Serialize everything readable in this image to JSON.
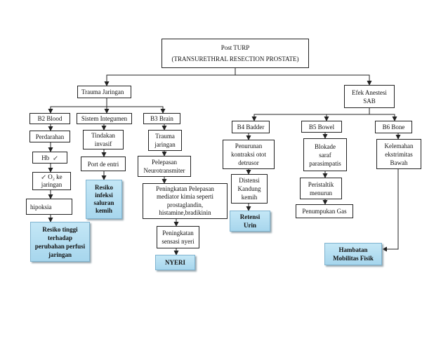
{
  "root": {
    "line1": "Post TURP",
    "line2": "(TRANSURETHRAL RESECTION PROSTATE)"
  },
  "trauma_jaringan": "Trauma Jaringan",
  "efek_anestesi": {
    "line1": "Efek Anestesi",
    "line2": "SAB"
  },
  "b2": {
    "title": "B2 Blood",
    "n1": "Perdarahan",
    "n2": "Hb",
    "n3a": "O₂ ke",
    "n3b": "jaringan",
    "n4": "hipoksia",
    "result": [
      "Resiko tinggi",
      "terhadap",
      "perubahan perfusi",
      "jaringan"
    ]
  },
  "integumen": {
    "title": "Sistem Integumen",
    "n1": [
      "Tindakan",
      "invasif"
    ],
    "n2": "Port de entri",
    "result": [
      "Resiko",
      "infeksi",
      "saluran",
      "kemih"
    ]
  },
  "b3": {
    "title": "B3 Brain",
    "n1": [
      "Trauma",
      "jaringan"
    ],
    "n2": [
      "Pelepasan",
      "Neurotransmiter"
    ],
    "n3": [
      "Peningkatan Pelepasan",
      "mediator kimia seperti",
      "prostaglandin,",
      "histamine,bradikinin"
    ],
    "n4": [
      "Peningkatan",
      "sensasi nyeri"
    ],
    "result": "NYERI"
  },
  "b4": {
    "title": "B4 Badder",
    "n1": [
      "Penurunan",
      "kontraksi otot",
      "detrusor"
    ],
    "n2": [
      "Distensi",
      "Kandung",
      "kemih"
    ],
    "result": [
      "Retensi",
      "Urin"
    ]
  },
  "b5": {
    "title": "B5 Bowel",
    "n1": [
      "Blokade",
      "saraf",
      "parasimpatis"
    ],
    "n2": [
      "Peristaltik",
      "menurun"
    ],
    "n3": "Penumpukan Gas"
  },
  "b6": {
    "title": "B6 Bone",
    "n1": [
      "Kelemahan",
      "ekstrimitas",
      "Bawah"
    ],
    "result": [
      "Hambatan",
      "Mobilitas Fisik"
    ]
  },
  "icons": {
    "decrease": "decrease-arrow-icon"
  },
  "colors": {
    "highlight": "#b3dcef",
    "line": "#222222"
  }
}
